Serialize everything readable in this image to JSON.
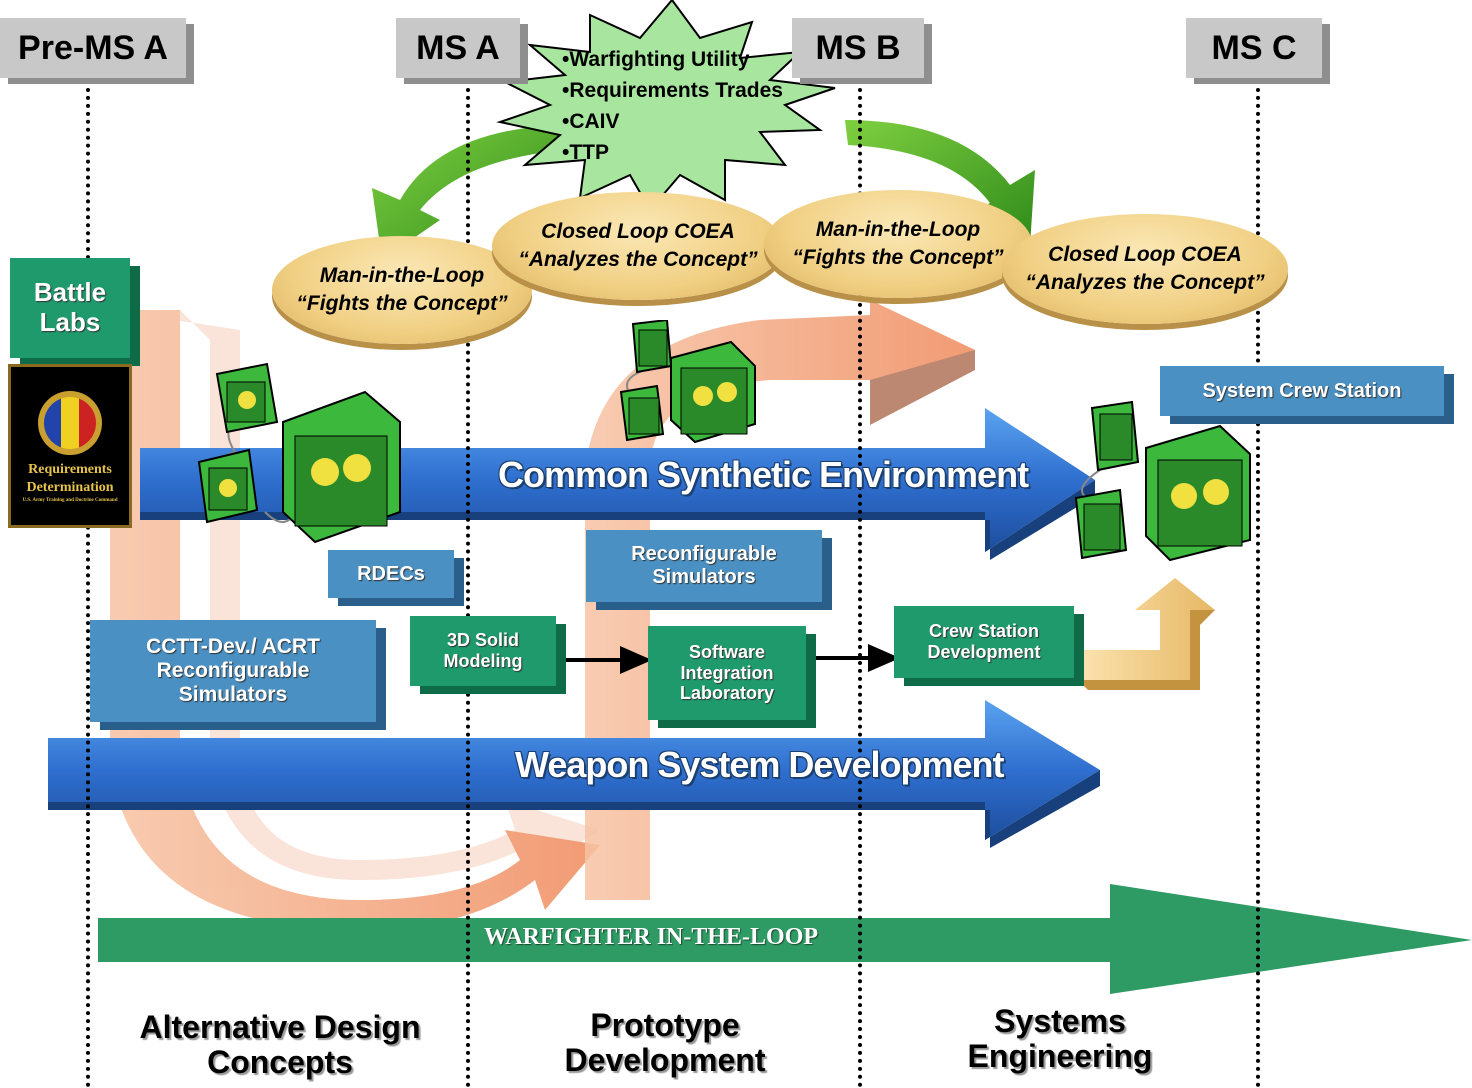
{
  "milestones": [
    "Pre-MS A",
    "MS A",
    "MS B",
    "MS C"
  ],
  "starburst": {
    "items": [
      "•Warfighting Utility",
      "•Requirements Trades",
      "•CAIV",
      "•TTP"
    ]
  },
  "ellipses": [
    {
      "line1": "Man-in-the-Loop",
      "line2": "“Fights the Concept”"
    },
    {
      "line1": "Closed Loop COEA",
      "line2": "“Analyzes the Concept”"
    },
    {
      "line1": "Man-in-the-Loop",
      "line2": "“Fights the Concept”"
    },
    {
      "line1": "Closed Loop COEA",
      "line2": "“Analyzes the Concept”"
    }
  ],
  "battle_labs": {
    "label": "Battle Labs",
    "badge_line1": "Requirements",
    "badge_line2": "Determination",
    "badge_caption": "U.S. Army Training and Doctrine Command"
  },
  "arrows": {
    "common_env": "Common Synthetic Environment",
    "weapon_dev": "Weapon System Development",
    "warfighter": "WARFIGHTER IN-THE-LOOP"
  },
  "boxes": {
    "system_crew_station": "System Crew Station",
    "rdecs": "RDECs",
    "reconfig_sim": "Reconfigurable Simulators",
    "cctt": "CCTT-Dev./ ACRT Reconfigurable Simulators",
    "solid_modeling": "3D Solid Modeling",
    "software_lab": "Software Integration Laboratory",
    "crew_station_dev": "Crew Station Development"
  },
  "phases": {
    "alternative": "Alternative Design Concepts",
    "prototype": "Prototype Development",
    "systems": "Systems Engineering"
  },
  "colors": {
    "blue_arrow": "#3d7fd6",
    "green_arrow": "#2e9a64",
    "salmon": "#f4a47c",
    "starburst": "#a8e6a0",
    "box_blue": "#4a90c2",
    "box_green": "#1f9a6d"
  }
}
